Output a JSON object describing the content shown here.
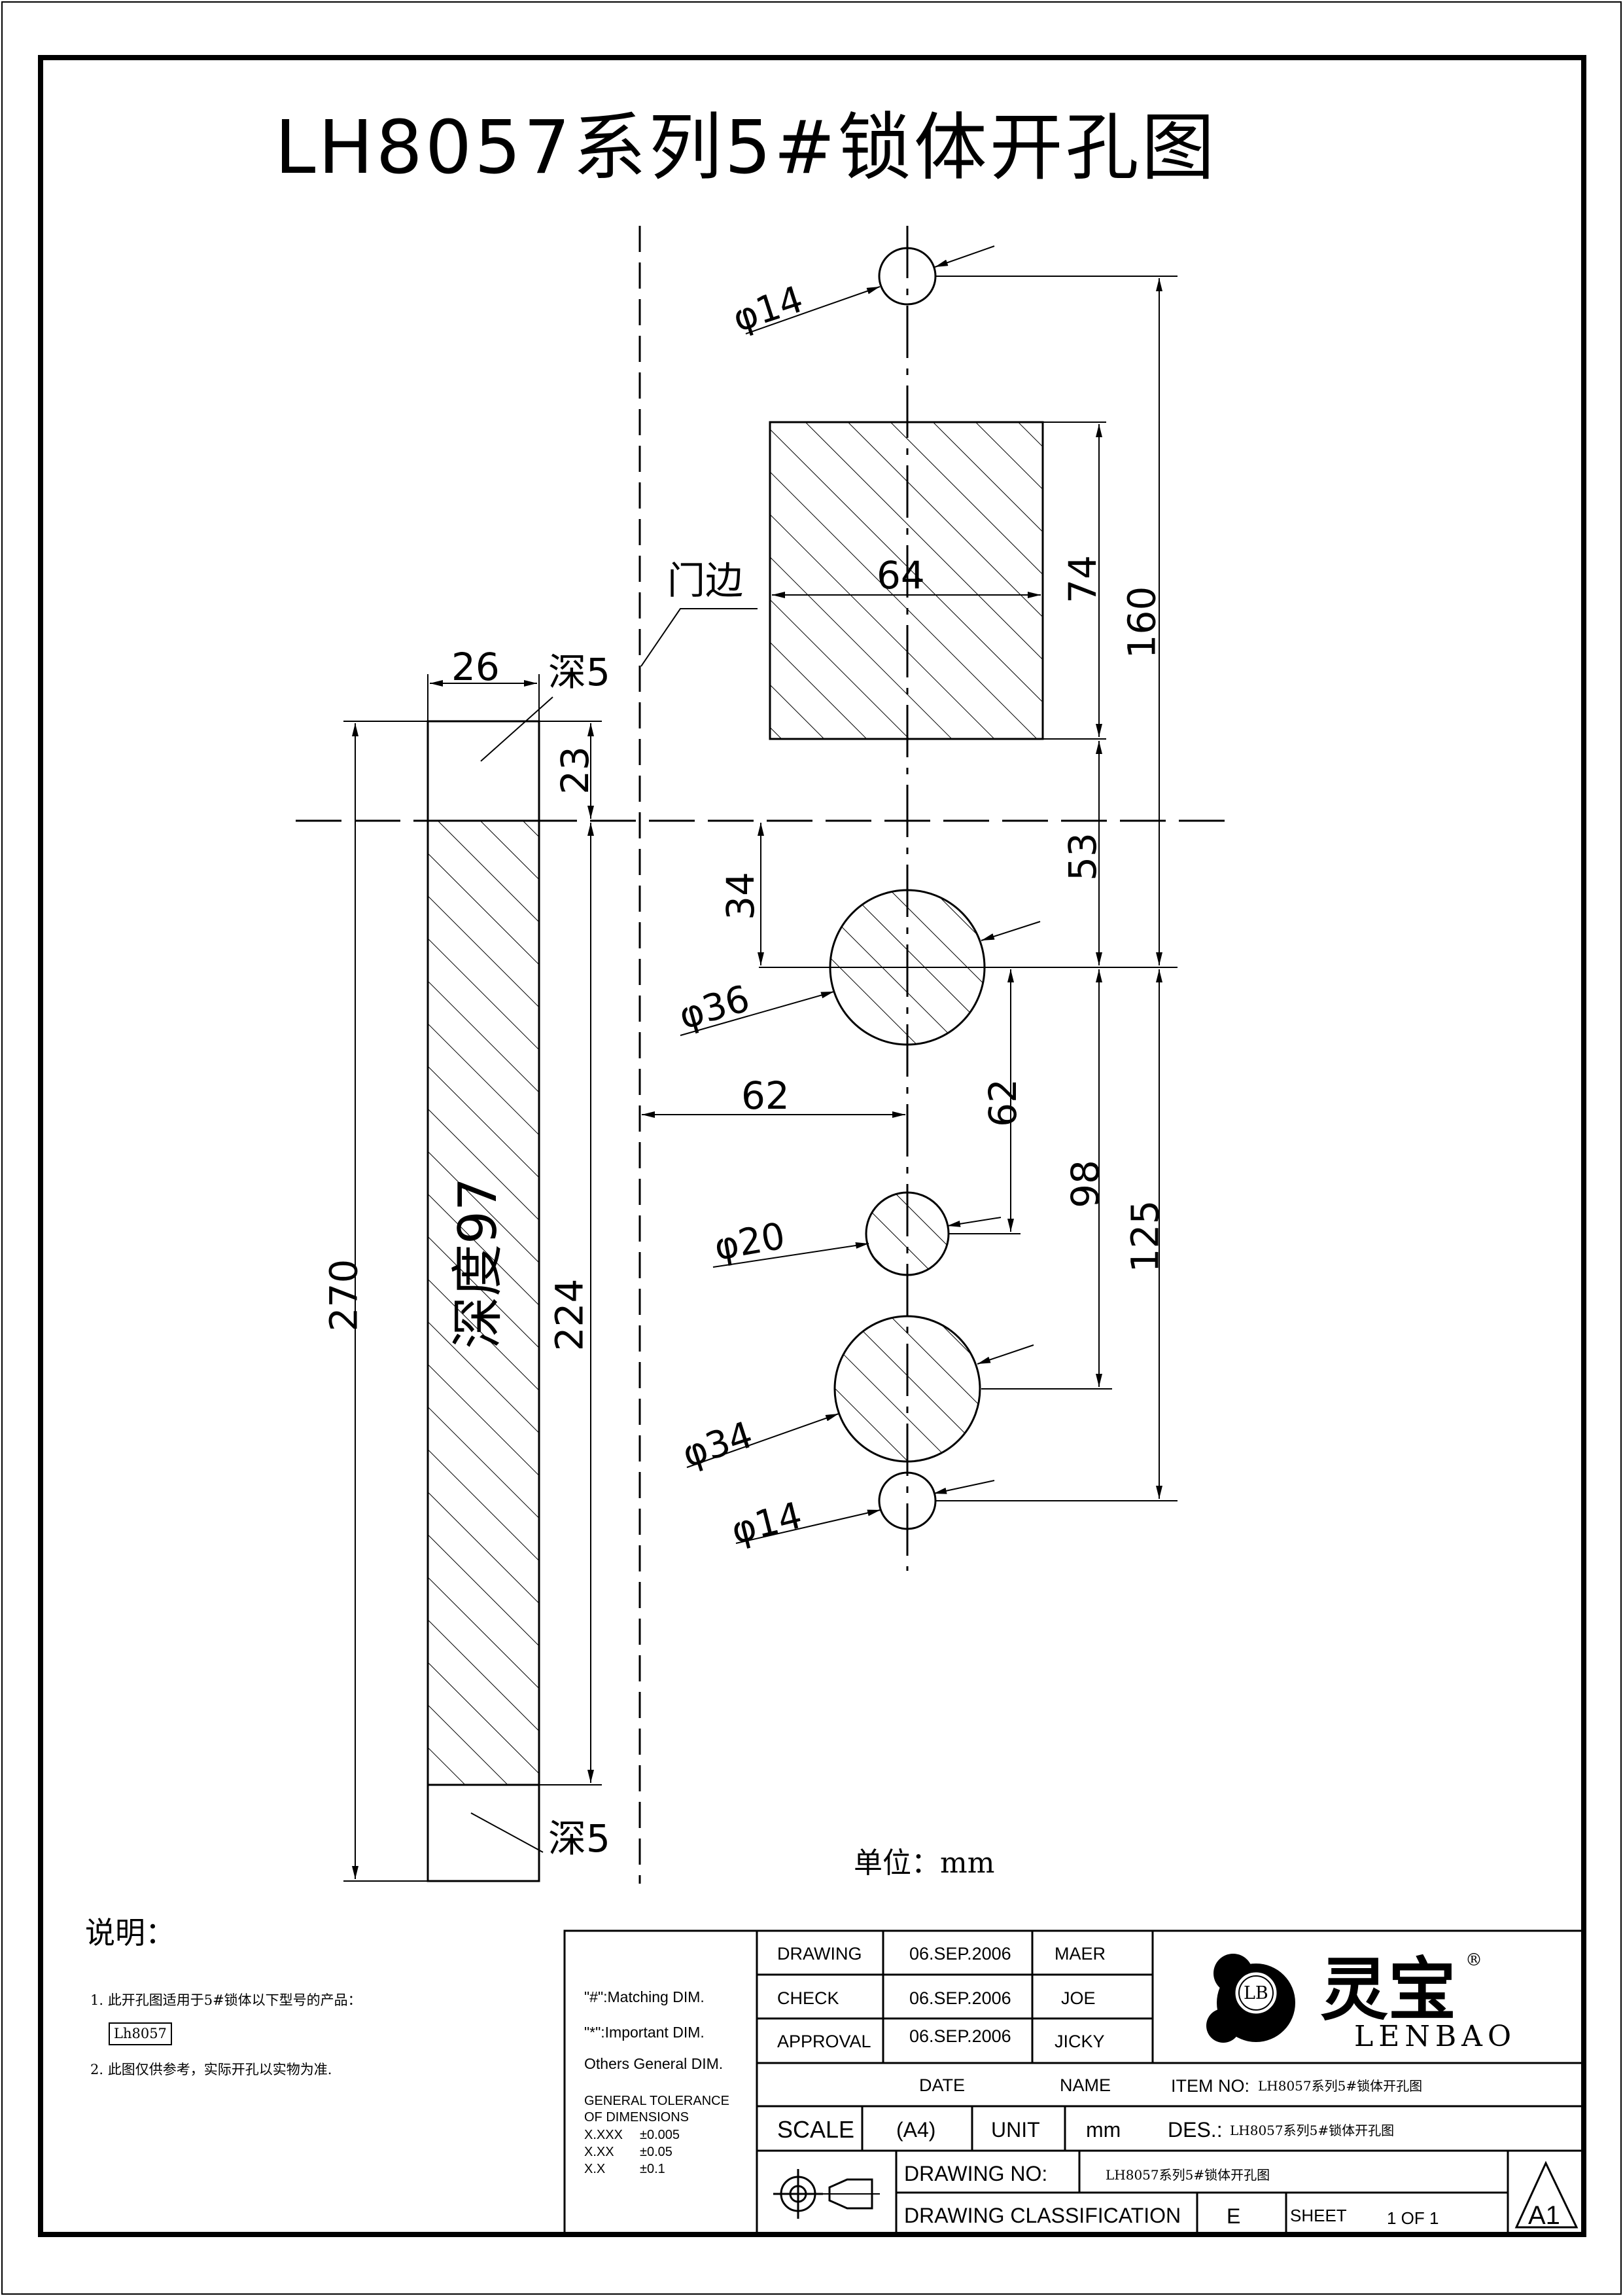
{
  "title": "LH8057系列5#锁体开孔图",
  "drawing": {
    "door_edge_label": "门边",
    "depth_labels": [
      "深5",
      "深5"
    ],
    "depth_main": "深度97",
    "unit_label": "单位：mm",
    "dimensions": {
      "d14_top": "φ14",
      "w64": "64",
      "h74": "74",
      "h160": "160",
      "w26": "26",
      "h23": "23",
      "h34": "34",
      "d36": "φ36",
      "h53": "53",
      "w62": "62",
      "h62": "62",
      "d20": "φ20",
      "h98": "98",
      "h125": "125",
      "h270": "270",
      "h224": "224",
      "d34": "φ34",
      "d14_bottom": "φ14"
    }
  },
  "notes": {
    "heading": "说明：",
    "items": [
      "1. 此开孔图适用于5#锁体以下型号的产品：",
      "2. 此图仅供参考，实际开孔以实物为准."
    ],
    "model_box": "Lh8057"
  },
  "legend": {
    "matching": "\"#\":Matching  DIM.",
    "important": "\"*\":Important  DIM.",
    "others": "Others General  DIM.",
    "tolerance_title_1": "GENERAL TOLERANCE",
    "tolerance_title_2": "OF DIMENSIONS",
    "tolerances": [
      {
        "k": "X.XXX",
        "v": "±0.005"
      },
      {
        "k": "X.XX",
        "v": "±0.05"
      },
      {
        "k": "X.X",
        "v": "±0.1"
      }
    ]
  },
  "approvals": {
    "rows": [
      {
        "role": "DRAWING",
        "date": "06.SEP.2006",
        "name": "MAER"
      },
      {
        "role": "CHECK",
        "date": "06.SEP.2006",
        "name": "JOE"
      },
      {
        "role": "APPROVAL",
        "date": "06.SEP.2006",
        "name": "JICKY"
      }
    ],
    "date_header": "DATE",
    "name_header": "NAME"
  },
  "scale_row": {
    "scale_label": "SCALE",
    "scale_value": "(A4)",
    "unit_label": "UNIT",
    "unit_value": "mm"
  },
  "drawing_no": {
    "label": "DRAWING NO:",
    "value": "LH8057系列5#锁体开孔图"
  },
  "classification": {
    "label": "DRAWING CLASSIFICATION",
    "value": "E",
    "sheet_label": "SHEET",
    "sheet_value": "1 OF 1"
  },
  "item": {
    "label": "ITEM NO:",
    "value": "LH8057系列5#锁体开孔图"
  },
  "des": {
    "label": "DES.:",
    "value": "LH8057系列5#锁体开孔图"
  },
  "logo": {
    "monogram": "LB",
    "cn": "灵宝",
    "en": "LENBAO",
    "reg": "®"
  },
  "size_mark": "A1"
}
